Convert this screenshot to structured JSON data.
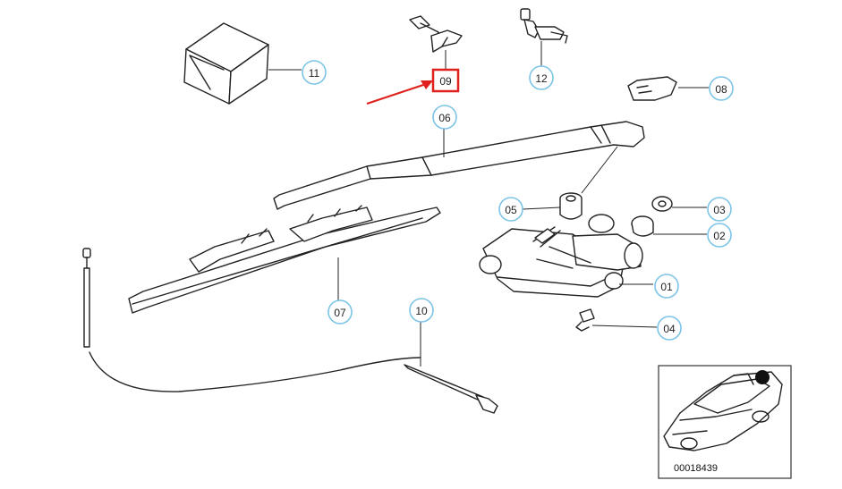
{
  "callouts": [
    {
      "id": "01",
      "label": "01"
    },
    {
      "id": "02",
      "label": "02"
    },
    {
      "id": "03",
      "label": "03"
    },
    {
      "id": "04",
      "label": "04"
    },
    {
      "id": "05",
      "label": "05"
    },
    {
      "id": "06",
      "label": "06"
    },
    {
      "id": "07",
      "label": "07"
    },
    {
      "id": "08",
      "label": "08"
    },
    {
      "id": "09",
      "label": "09"
    },
    {
      "id": "10",
      "label": "10"
    },
    {
      "id": "11",
      "label": "11"
    },
    {
      "id": "12",
      "label": "12"
    }
  ],
  "highlighted_part": "09",
  "inset": {
    "code": "00018439"
  },
  "colors": {
    "callout_ring": "#7cc4e6",
    "highlight": "#e0201c",
    "line": "#222222"
  }
}
